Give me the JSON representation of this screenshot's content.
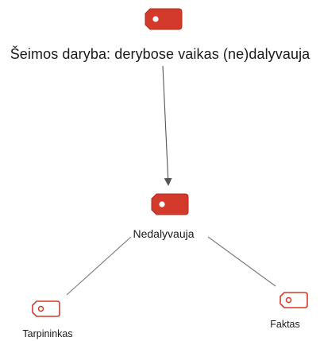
{
  "diagram": {
    "root": {
      "label": "Šeimos daryba: derybose vaikas (ne)dalyvauja",
      "icon": "tag-icon",
      "icon_style": "filled"
    },
    "middle": {
      "label": "Nedalyvauja",
      "icon": "tag-icon",
      "icon_style": "filled"
    },
    "children": [
      {
        "label": "Tarpininkas",
        "icon": "tag-icon",
        "icon_style": "outline"
      },
      {
        "label": "Faktas",
        "icon": "tag-icon",
        "icon_style": "outline"
      }
    ],
    "edges": [
      {
        "from": "root",
        "to": "middle",
        "style": "arrow"
      },
      {
        "from": "middle",
        "to": "Tarpininkas",
        "style": "line"
      },
      {
        "from": "middle",
        "to": "Faktas",
        "style": "line"
      }
    ],
    "colors": {
      "tag_fill": "#d33a2c",
      "tag_outline": "#d33a2c",
      "edge": "#555555",
      "text": "#1a1a1a"
    }
  }
}
